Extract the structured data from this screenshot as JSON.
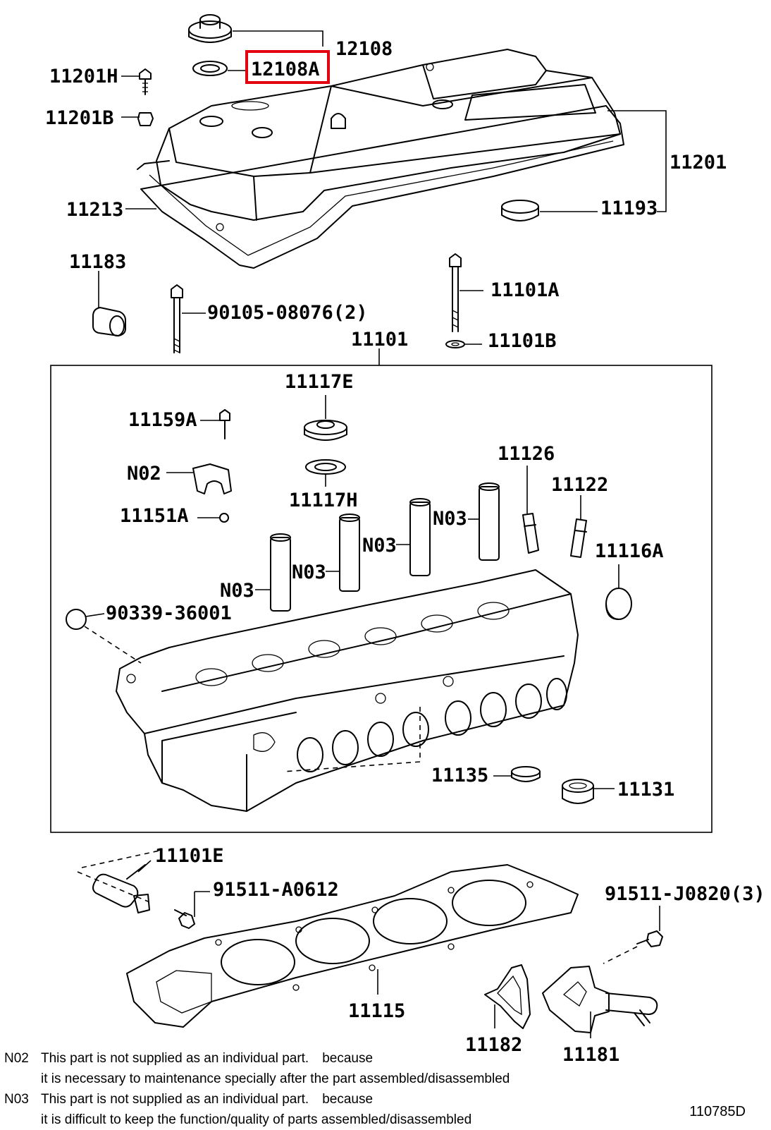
{
  "labels": {
    "p12108": "12108",
    "p12108A": "12108A",
    "p11201H": "11201H",
    "p11201B": "11201B",
    "p11201": "11201",
    "p11213": "11213",
    "p11193": "11193",
    "p11183": "11183",
    "p90105": "90105-08076(2)",
    "p11101A": "11101A",
    "p11101B": "11101B",
    "p11101": "11101",
    "p11117E": "11117E",
    "p11159A": "11159A",
    "pN02": "N02",
    "p11151A": "11151A",
    "p11117H": "11117H",
    "p11126": "11126",
    "p11122": "11122",
    "pN03a": "N03",
    "pN03b": "N03",
    "pN03c": "N03",
    "pN03d": "N03",
    "p11116A": "11116A",
    "p90339": "90339-36001",
    "p11135": "11135",
    "p11131": "11131",
    "p11101E": "11101E",
    "p91511A": "91511-A0612",
    "p91511J": "91511-J0820(3)",
    "p11115": "11115",
    "p11182": "11182",
    "p11181": "11181"
  },
  "highlight": {
    "label": "12108A",
    "color": "#e3000f"
  },
  "notes": [
    {
      "code": "N02",
      "line1": "This part is not supplied as an individual part.　because",
      "line2": "it is necessary to maintenance specially after the part assembled/disassembled"
    },
    {
      "code": "N03",
      "line1": "This part is not supplied as an individual part.　because",
      "line2": "it is difficult to keep the function/quality of parts assembled/disassembled"
    }
  ],
  "diagram_code": "110785D"
}
